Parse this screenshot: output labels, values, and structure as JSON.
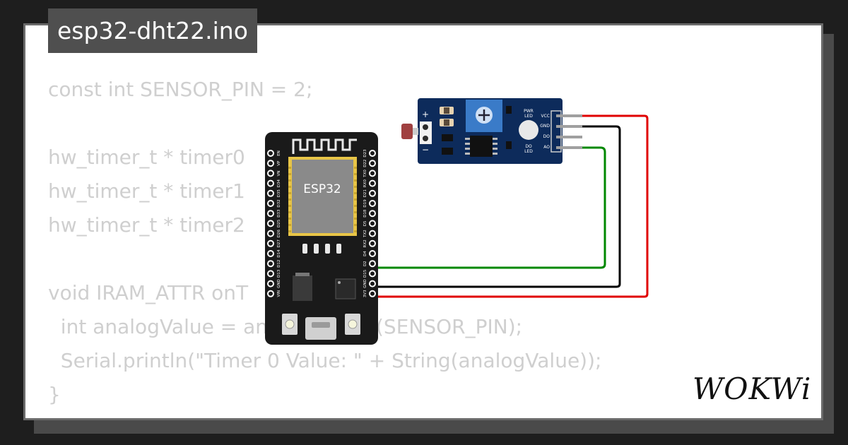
{
  "title": "esp32-dht22.ino",
  "code_lines": [
    "const int SENSOR_PIN = 2;",
    "",
    "hw_timer_t * timer0",
    "hw_timer_t * timer1",
    "hw_timer_t * timer2",
    "",
    "void IRAM_ATTR onT",
    "  int analogValue = an",
    "  Serial.println(\"Timer 0 Value: \" + String(analogValue));",
    "}"
  ],
  "code_fragment": "(SENSOR_PIN);",
  "esp32": {
    "chip_label": "ESP32",
    "left_pins": [
      "EN",
      "VP",
      "VN",
      "D34",
      "D35",
      "D32",
      "D33",
      "D25",
      "D26",
      "D27",
      "D14",
      "D12",
      "D13",
      "GND",
      "VIN"
    ],
    "right_pins": [
      "D23",
      "D22",
      "TX0",
      "RX0",
      "D21",
      "D19",
      "D18",
      "D5",
      "TX2",
      "RX2",
      "D4",
      "D2",
      "D15",
      "GND",
      "3V3"
    ]
  },
  "sensor": {
    "plus_label": "+",
    "minus_label": "−",
    "pwr_led_label": [
      "PWR",
      "LED"
    ],
    "do_led_label": [
      "DO",
      "LED"
    ],
    "pins": [
      "VCC",
      "GND",
      "DO",
      "AO"
    ]
  },
  "wires": {
    "vcc_color": "#e00000",
    "gnd_color": "#000000",
    "ao_color": "#008800"
  },
  "logo_text": "WOKWi",
  "colors": {
    "background": "#1e1e1e",
    "card": "#ffffff",
    "title_tab": "#4f4f4f",
    "code_text": "#cfcfcf",
    "board": "#1a1a1a",
    "sensor_board": "#0d2b5b"
  }
}
